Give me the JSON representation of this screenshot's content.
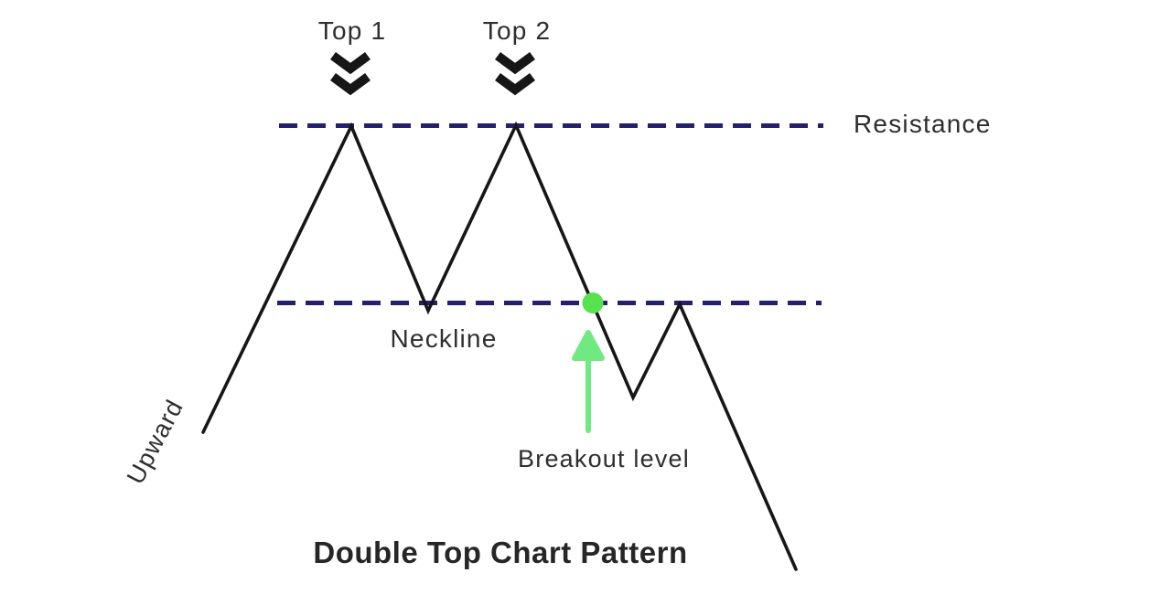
{
  "diagram": {
    "title": "Double Top Chart Pattern",
    "labels": {
      "top1": "Top 1",
      "top2": "Top 2",
      "resistance": "Resistance",
      "neckline": "Neckline",
      "breakout": "Breakout level",
      "upward": "Upward"
    },
    "icons": {
      "top1_marker": "double-chevron-down-icon",
      "top2_marker": "double-chevron-down-icon",
      "breakout_marker": "breakout-dot",
      "breakout_pointer": "up-arrow-icon"
    },
    "colors": {
      "price_line": "#161616",
      "dashed_level_line": "#23206f",
      "breakout_dot_green": "#57e250",
      "arrow_green": "#70ea80",
      "label_text": "#2e2e2e"
    }
  }
}
